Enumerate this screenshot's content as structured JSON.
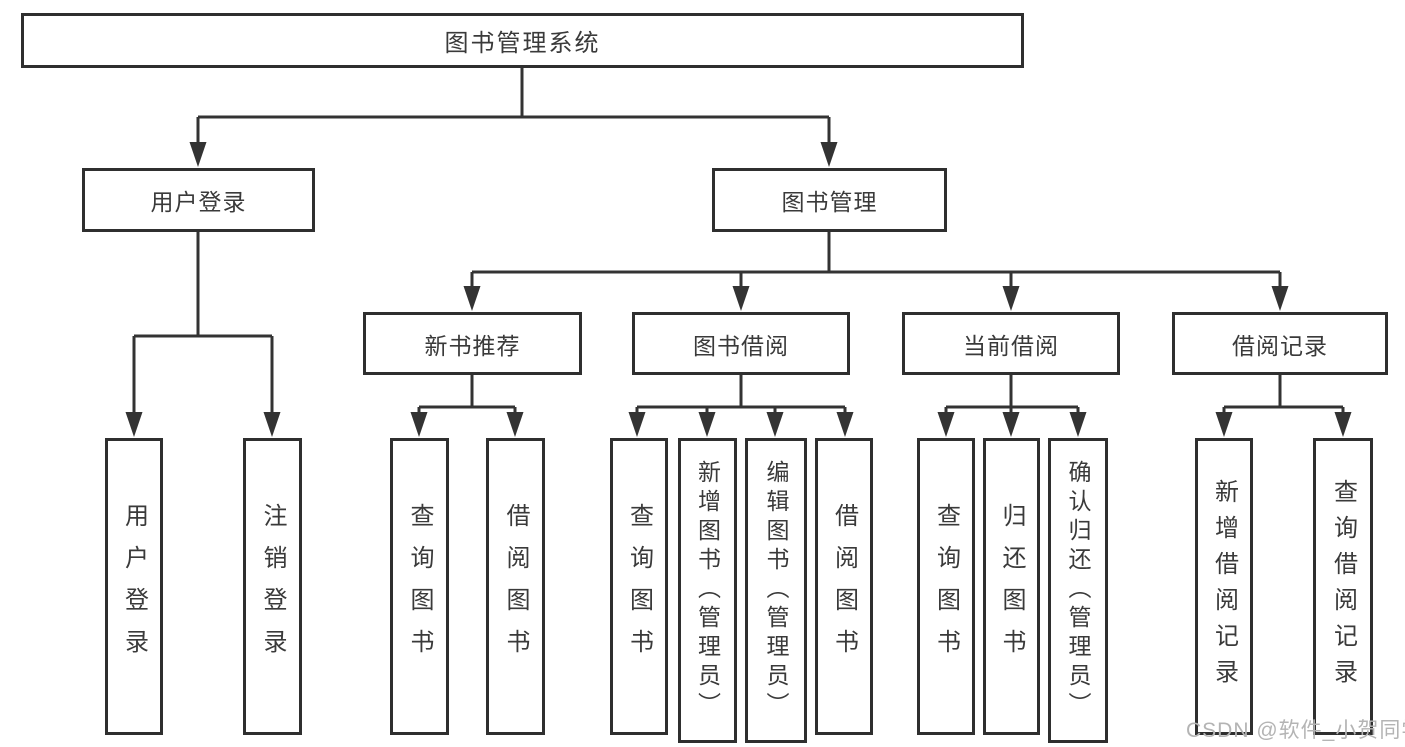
{
  "diagram": {
    "root": "图书管理系统",
    "branches": {
      "user_login_group": {
        "label": "用户登录",
        "children": {
          "login": "用户登录",
          "logout": "注销登录"
        }
      },
      "book_management": {
        "label": "图书管理",
        "sections": {
          "new_book": {
            "label": "新书推荐",
            "children": {
              "query": "查询图书",
              "borrow": "借阅图书"
            }
          },
          "borrow": {
            "label": "图书借阅",
            "children": {
              "query": "查询图书",
              "add": "新增图书（管理员）",
              "edit": "编辑图书（管理员）",
              "borrow": "借阅图书"
            }
          },
          "current": {
            "label": "当前借阅",
            "children": {
              "query": "查询图书",
              "return": "归还图书",
              "confirm": "确认归还（管理员）"
            }
          },
          "records": {
            "label": "借阅记录",
            "children": {
              "add": "新增借阅记录",
              "query": "查询借阅记录"
            }
          }
        }
      }
    }
  },
  "watermark": "CSDN @软件_小贺同学",
  "colors": {
    "line": "#333333",
    "text": "#3a3a3a",
    "box_background": "#ffffff",
    "watermark": "#b4b4b4"
  }
}
